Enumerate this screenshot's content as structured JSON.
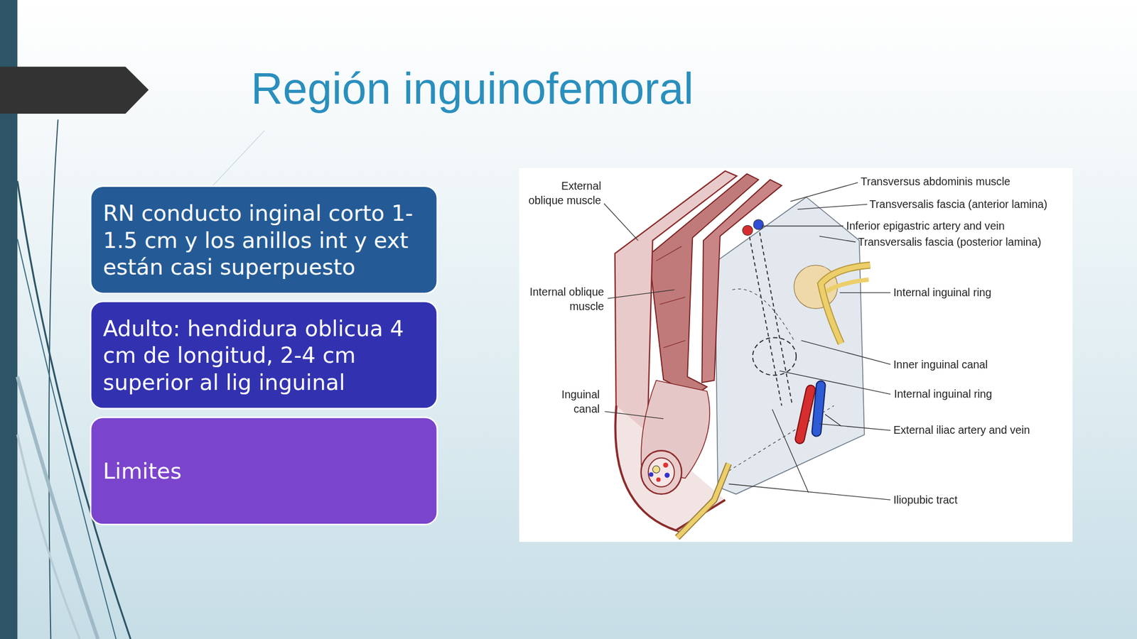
{
  "diagram": {
    "title": "Región inguinofemoral",
    "nodes": [
      {
        "text": [
          "RN conducto inginal corto 1-1.5 cm y los anillos int y ext están casi superpuesto"
        ]
      },
      {
        "text": [
          "Adulto: hendidura oblicua 4 cm de longitud, 2-4 cm superior al lig inguinal"
        ]
      },
      {
        "text": [
          "Limites"
        ]
      }
    ],
    "labels": [
      "External oblique muscle",
      "Transversus abdominis muscle",
      "Transversalis fascia (anterior lamina)",
      "Inferior epigastric artery and vein",
      "Transversalis fascia (posterior lamina)",
      "Internal oblique muscle",
      "Internal inguinal ring",
      "Inner inguinal canal",
      "Internal inguinal ring",
      "Inguinal canal",
      "External iliac artery and vein",
      "Iliopubic tract"
    ]
  }
}
